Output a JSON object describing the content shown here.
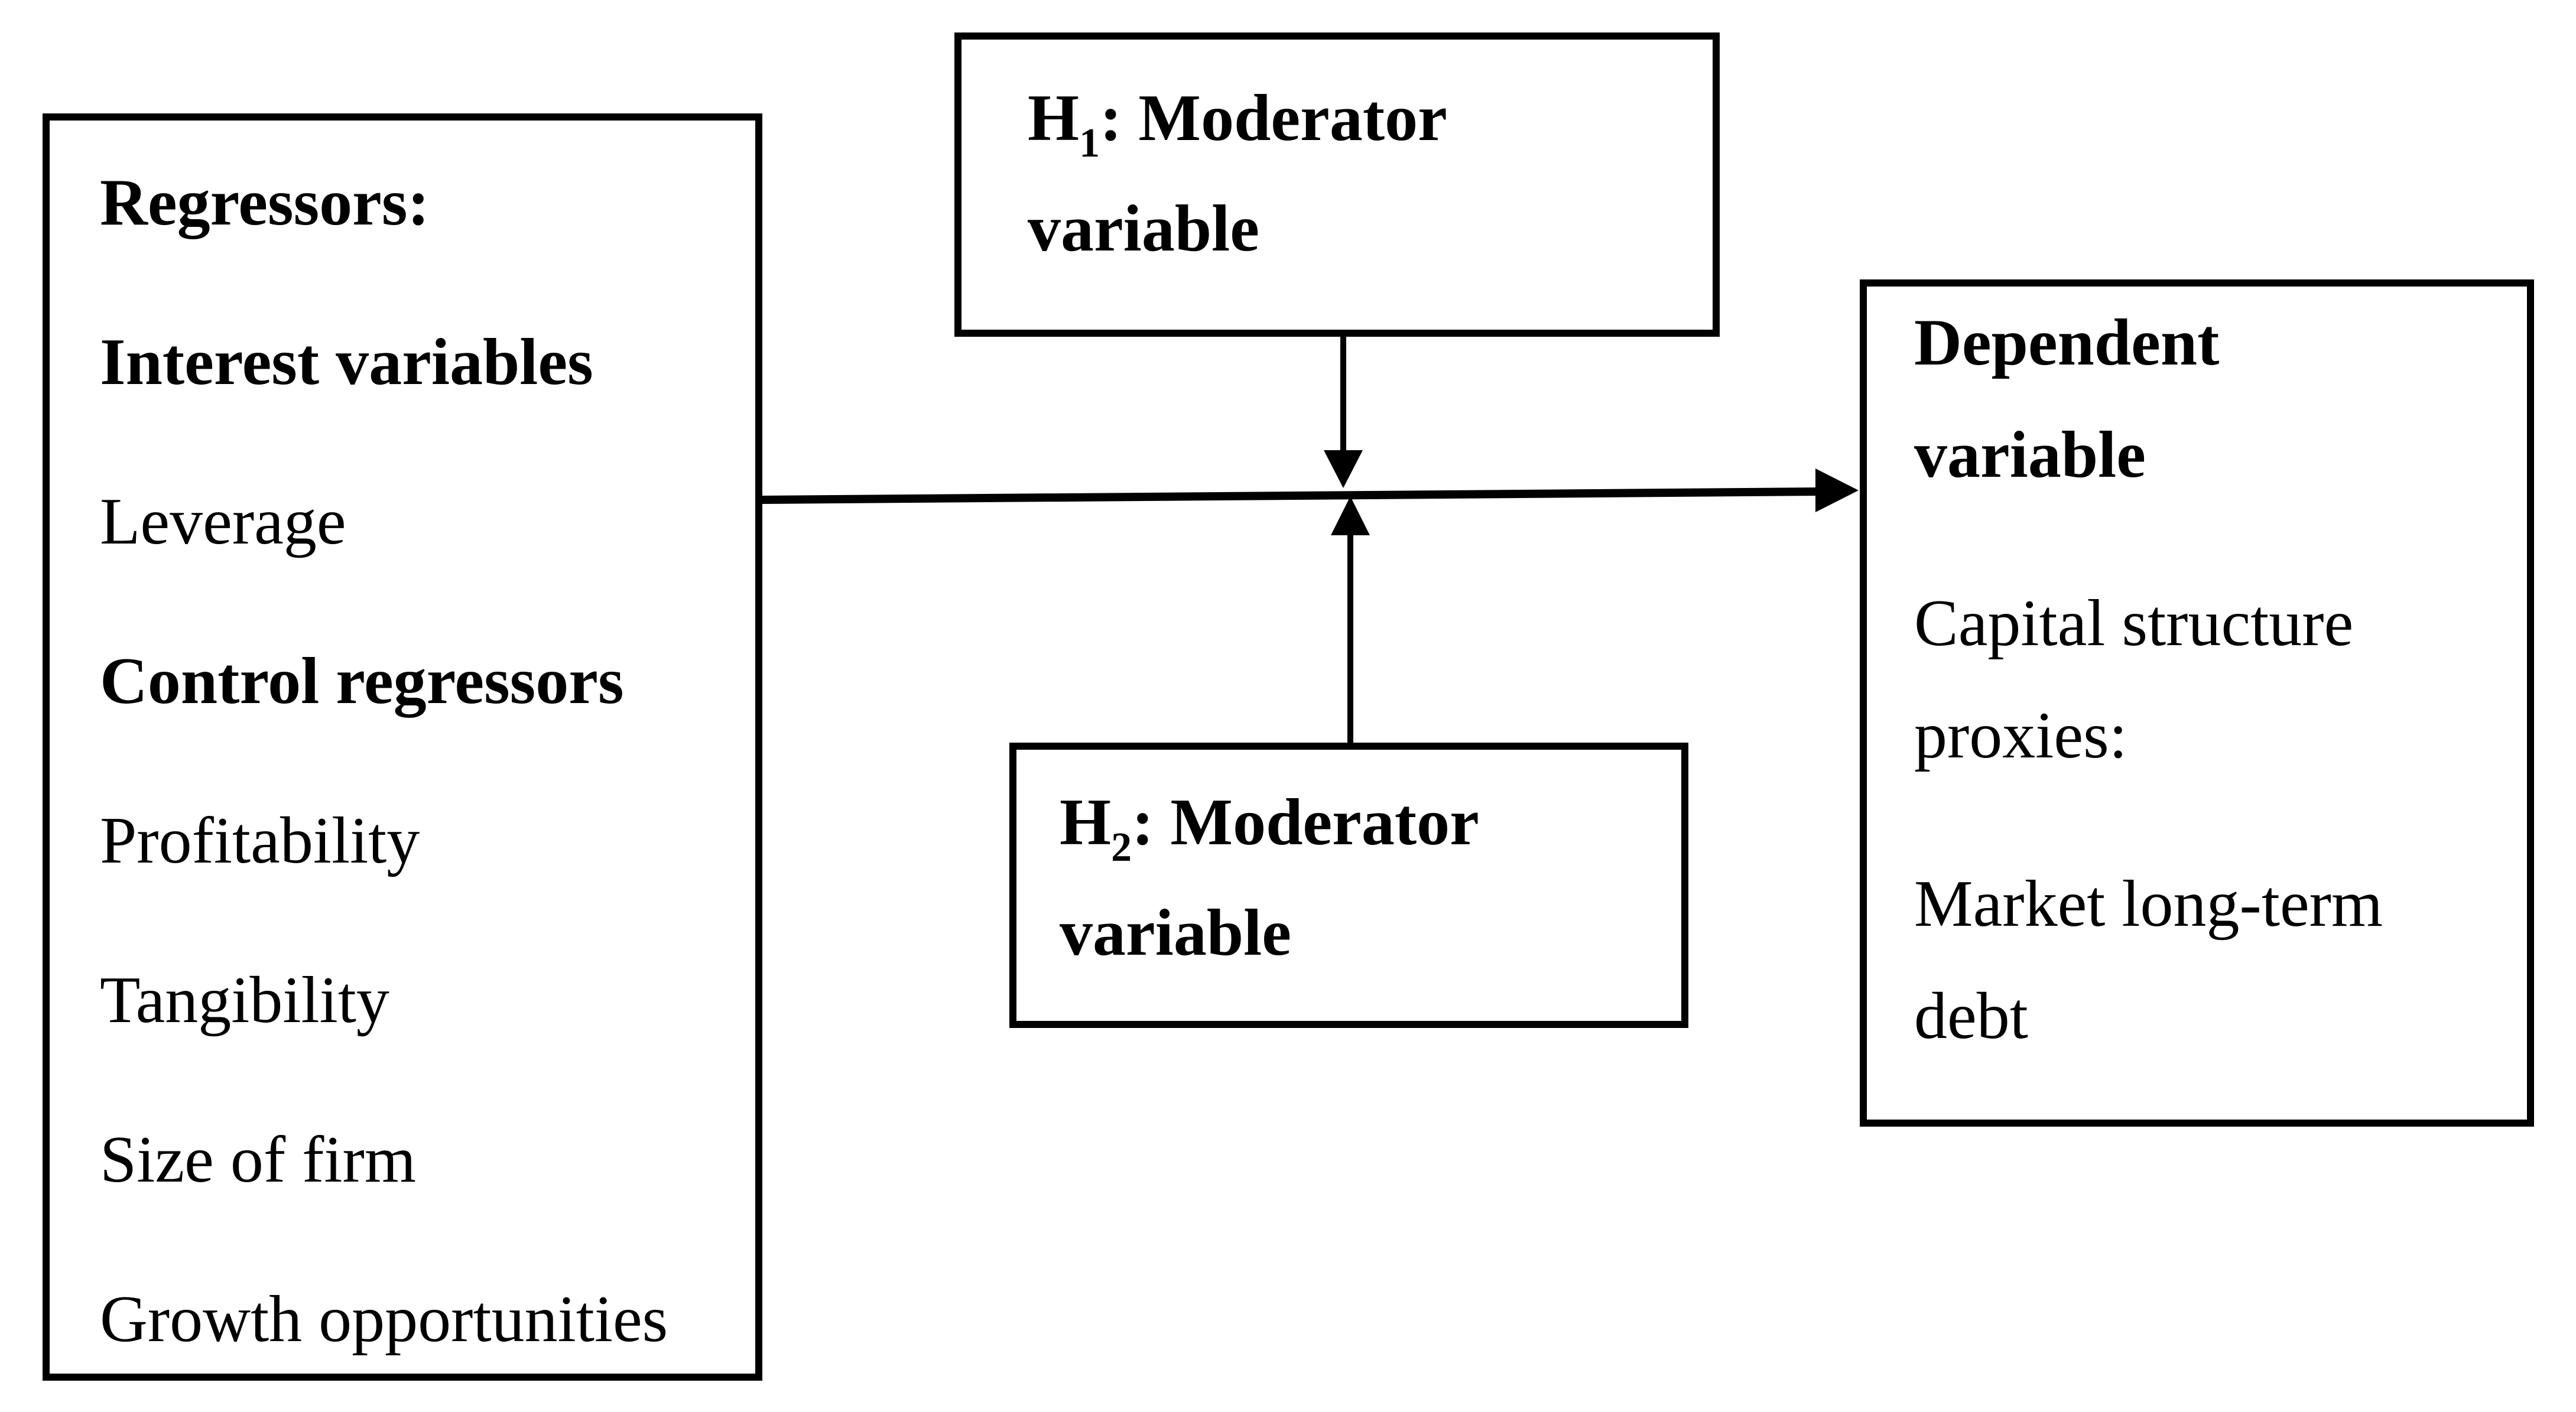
{
  "diagram": {
    "left_box": {
      "lines": [
        {
          "text": "Regressors:",
          "style": "bold"
        },
        {
          "text": "Interest variables",
          "style": "bold"
        },
        {
          "text": "Leverage",
          "style": "regular"
        },
        {
          "text": "Control regressors",
          "style": "bold"
        },
        {
          "text": "Profitability",
          "style": "regular"
        },
        {
          "text": "Tangibility",
          "style": "regular"
        },
        {
          "text": "Size of firm",
          "style": "regular"
        },
        {
          "text": "Growth opportunities",
          "style": "regular"
        }
      ]
    },
    "h1_box": {
      "prefix": "H",
      "subscript": "1",
      "after_sub": ": Moderator",
      "line2": "variable"
    },
    "h2_box": {
      "prefix": "H",
      "subscript": "2",
      "after_sub": ": Moderator",
      "line2": "variable"
    },
    "right_box": {
      "para1": {
        "line1": "Dependent",
        "line2": "variable"
      },
      "para2": {
        "line1": "Capital structure",
        "line2": "proxies:"
      },
      "para3": {
        "line1": "Market long-term",
        "line2": "debt"
      }
    },
    "colors": {
      "border": "#000000",
      "text": "#000000",
      "background": "#ffffff"
    }
  }
}
